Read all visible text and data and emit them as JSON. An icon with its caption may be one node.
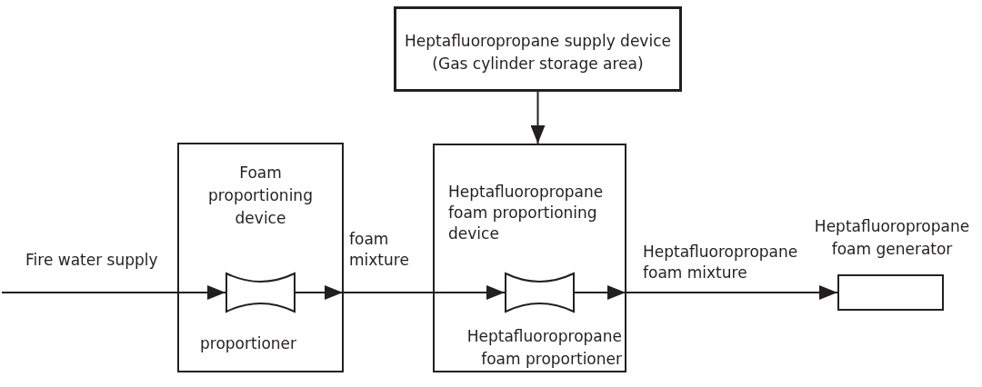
{
  "diagram": {
    "nodes": [
      {
        "text": [
          "Heptafluoropropane supply device (Gas cylinder storage area)"
        ]
      },
      {
        "text": [
          "Foam proportioning device"
        ]
      },
      {
        "text": [],
        "shape": "venturi",
        "in": 1,
        "beside": [
          "proportioner"
        ]
      },
      {
        "text": [
          "Heptafluoropropane foam proportioning device"
        ]
      },
      {
        "text": [],
        "shape": "venturi",
        "in": 3,
        "beside": [
          "Heptafluoropropane foam proportioner"
        ]
      },
      {
        "text": [],
        "shape": "box",
        "beside": [
          "Heptafluoropropane foam generator"
        ]
      }
    ],
    "edges": [
      {
        "from": 0,
        "to": 3,
        "arrow": "to"
      },
      {
        "from": null,
        "to": 2,
        "arrow": "to",
        "label": "Fire water supply"
      },
      {
        "from": 2,
        "to": 4,
        "arrow": "to",
        "label": "foam mixture"
      },
      {
        "from": 4,
        "to": 5,
        "arrow": "to",
        "label": "Heptafluoropropane foam mixture"
      }
    ]
  }
}
